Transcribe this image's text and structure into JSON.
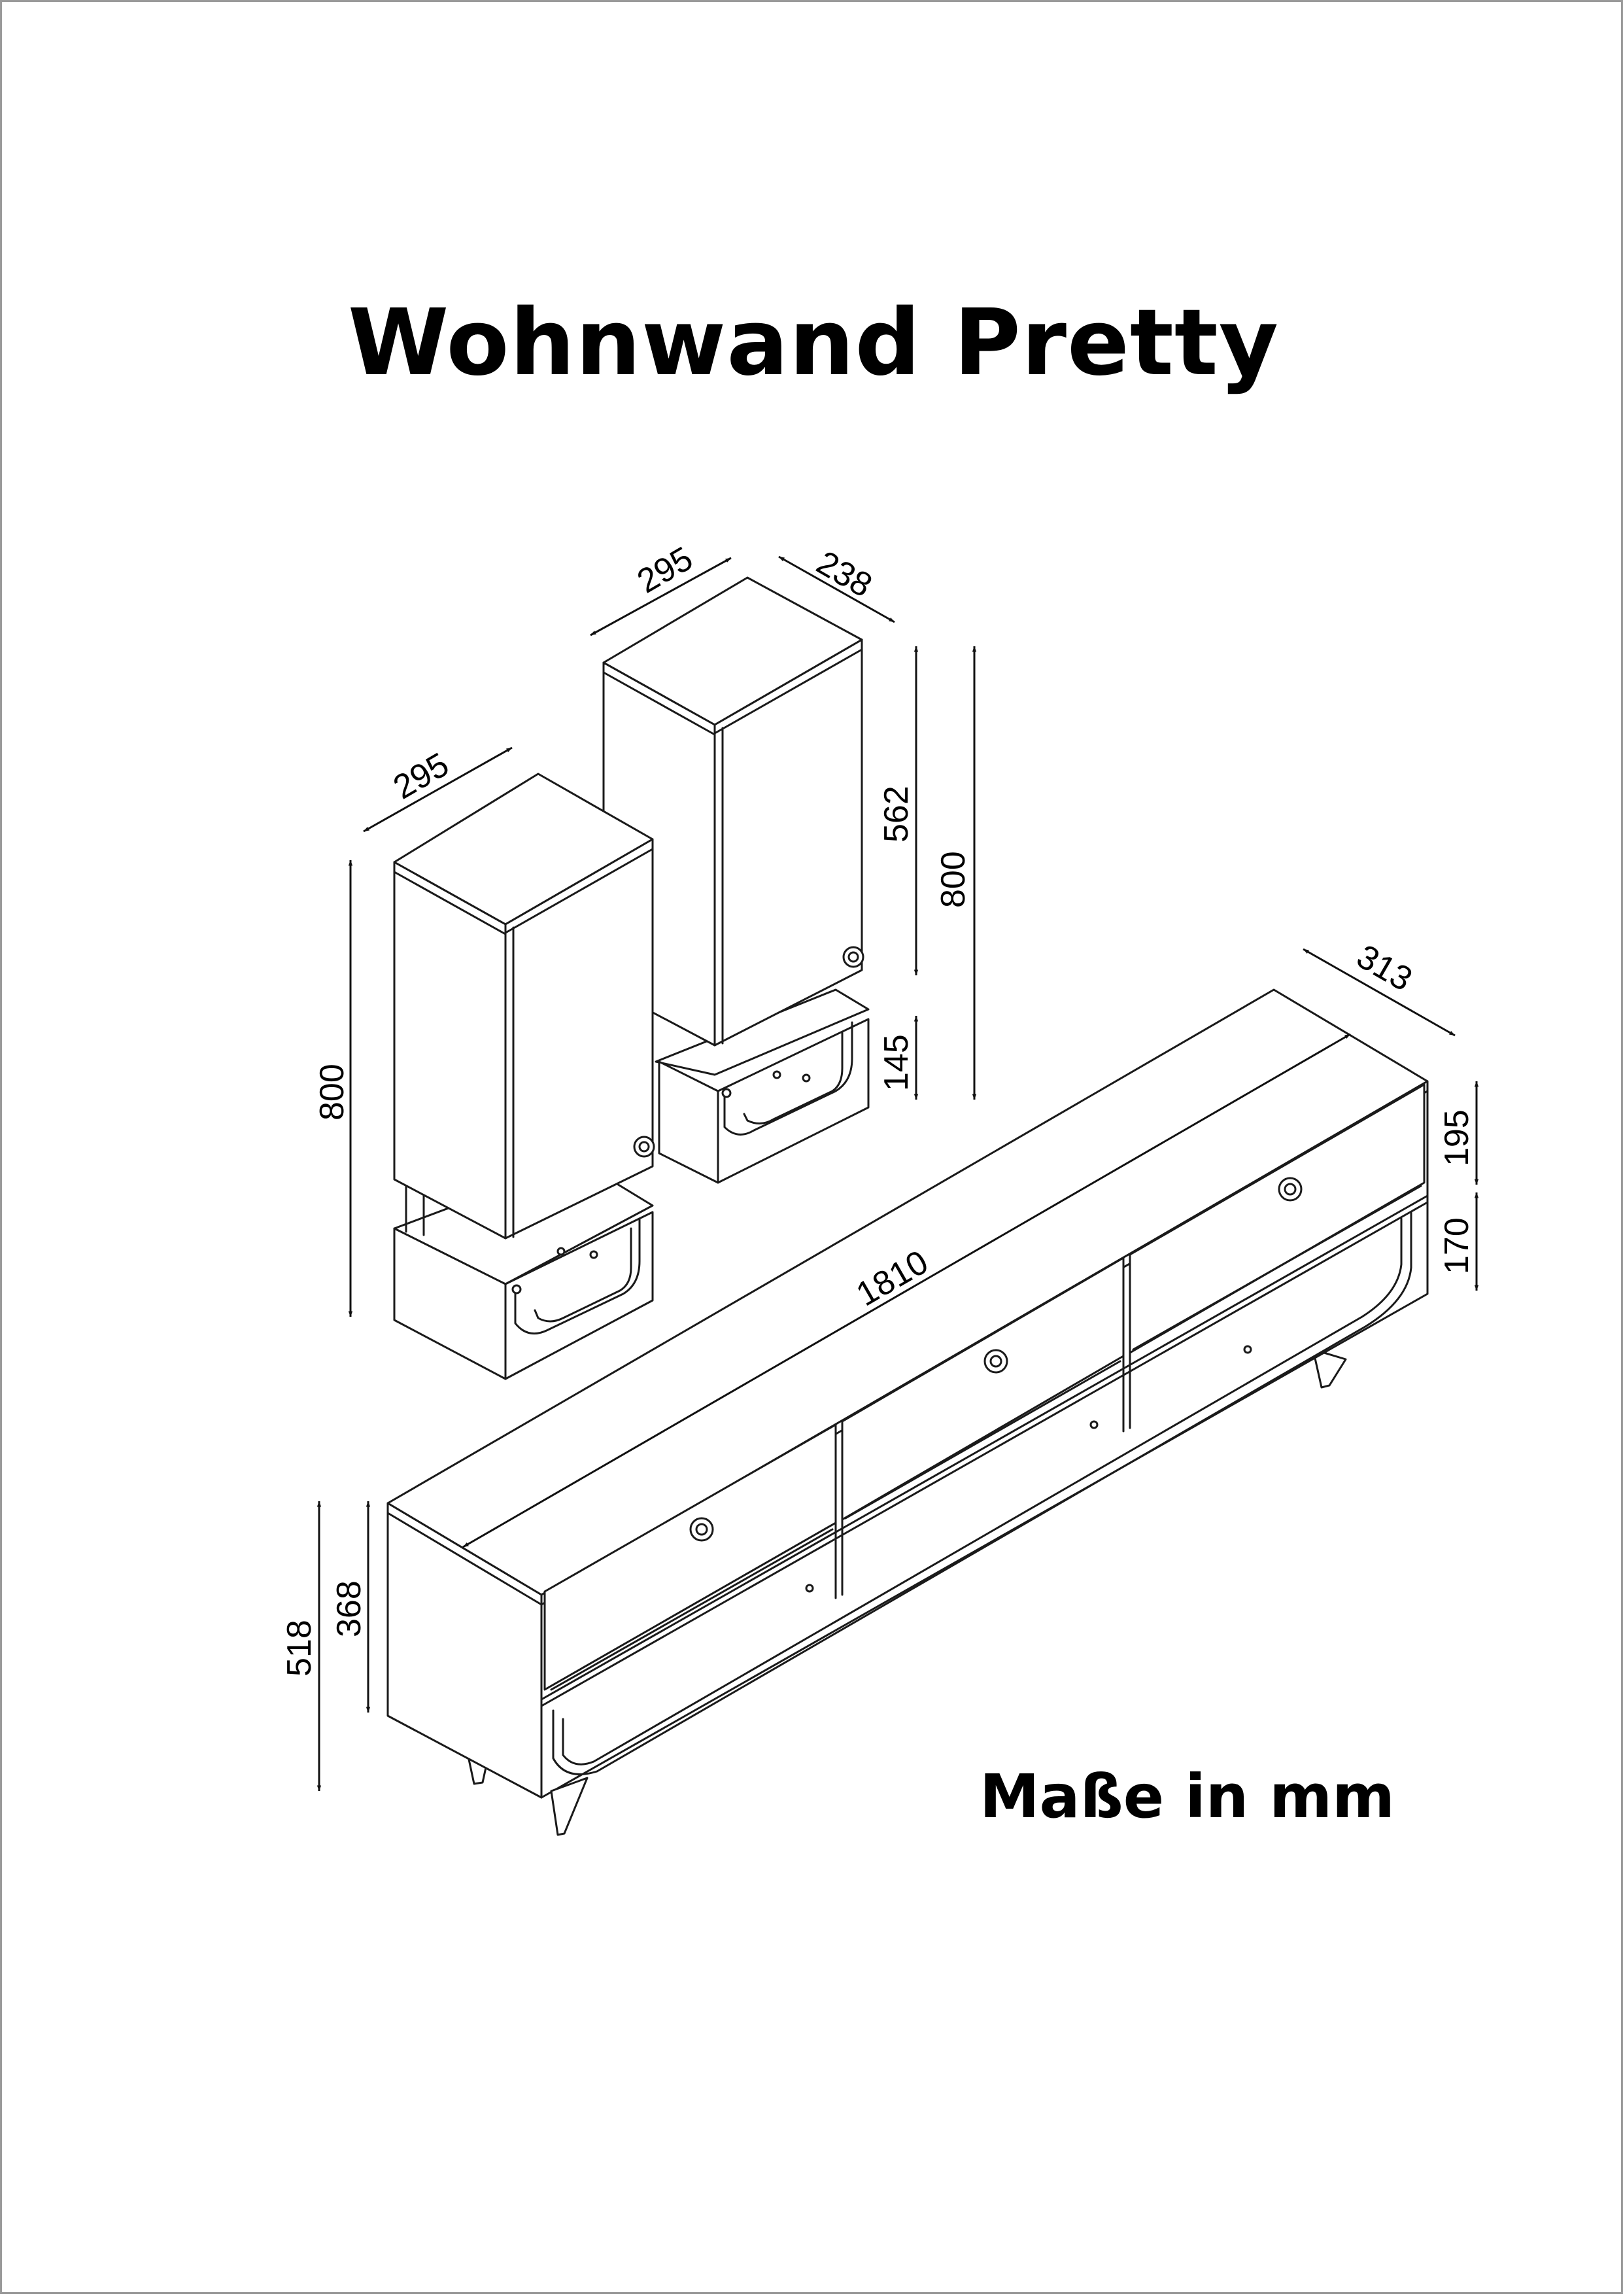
{
  "title": "Wohnwand Pretty",
  "units_note": "Maße in mm",
  "dimensions": {
    "upper_cabinet_width": "295",
    "upper_cabinet_depth": "238",
    "upper_cabinet_body_height": "562",
    "upper_cabinet_total_height": "800",
    "upper_cabinet_shelf_height": "145",
    "left_cabinet_width": "295",
    "left_cabinet_total_height": "800",
    "tv_unit_length": "1810",
    "tv_unit_depth": "313",
    "tv_unit_drawer_height": "195",
    "tv_unit_shelf_height": "170",
    "tv_unit_total_height": "518",
    "tv_unit_body_height": "368"
  }
}
